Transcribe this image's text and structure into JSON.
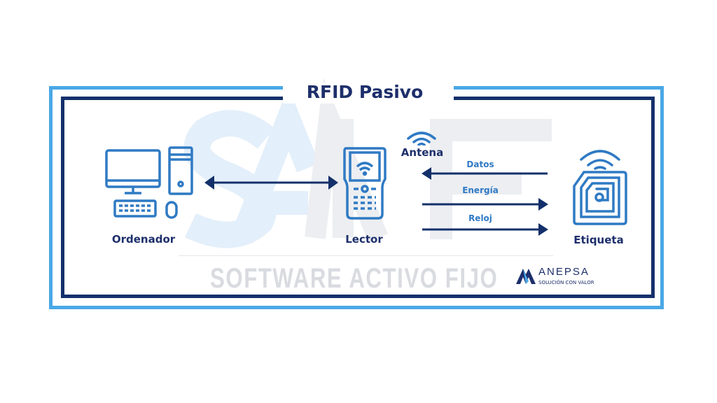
{
  "title": "RFID Pasivo",
  "watermark": {
    "letters": [
      "S",
      "A",
      "A",
      "F"
    ],
    "subtitle": "SOFTWARE ACTIVO FIJO"
  },
  "nodes": {
    "computer": "Ordenador",
    "reader": "Lector",
    "antenna": "Antena",
    "tag": "Etiqueta"
  },
  "signals": {
    "data": "Datos",
    "energy": "Energía",
    "clock": "Reloj"
  },
  "logo": {
    "name": "ANEPSA",
    "tagline": "SOLUCIÓN CON VALOR"
  },
  "colors": {
    "navy": "#14306b",
    "light_blue": "#4aa8e6",
    "icon_blue": "#2f7ac4"
  }
}
